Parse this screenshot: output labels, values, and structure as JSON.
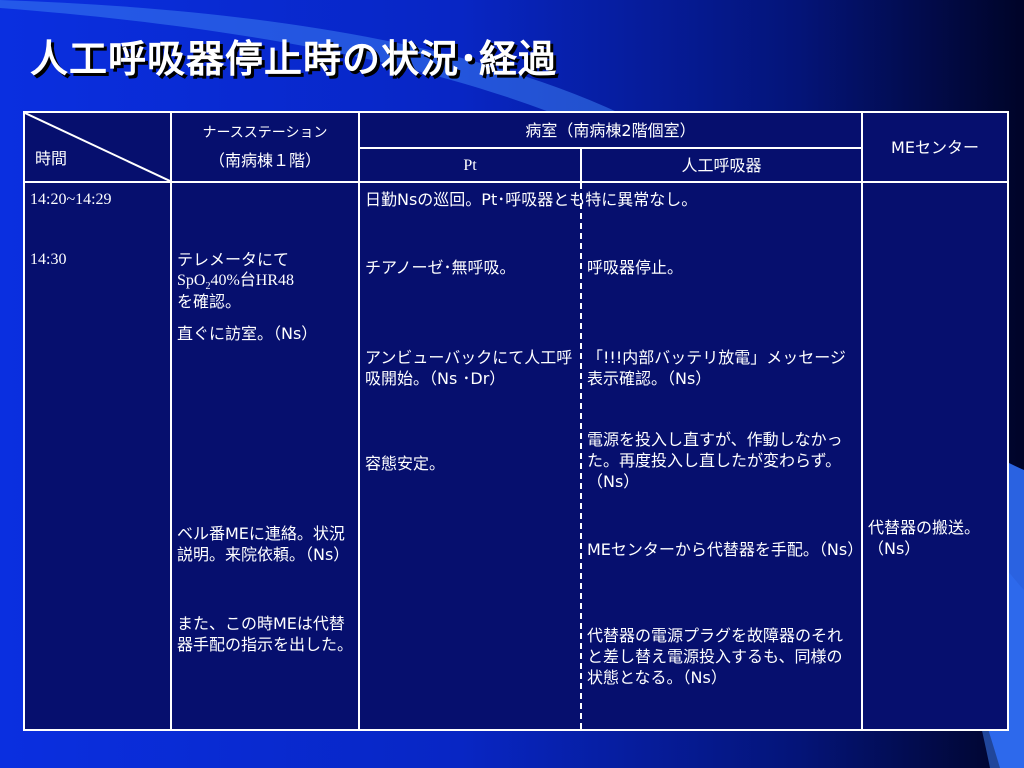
{
  "slide": {
    "title": "人工呼吸器停止時の状況･経過"
  },
  "table": {
    "header": {
      "time": "時間",
      "nurse_station_line1": "ナースステーション",
      "nurse_station_line2": "（南病棟１階）",
      "ward": "病室（南病棟2階個室）",
      "ward_pt": "Pt",
      "ward_ventilator": "人工呼吸器",
      "me_center": "MEセンター"
    },
    "times": [
      "14:20~14:29",
      "14:30"
    ],
    "nurse_station": {
      "e1_a": "テレメータにて",
      "e1_b1": "SpO",
      "e1_b2": "2",
      "e1_b3": "40%台HR48",
      "e1_c": "を確認。",
      "e2": "直ぐに訪室。（Ns）",
      "e3": "ベル番MEに連絡。状況説明。来院依頼。（Ns）",
      "e4": "また、この時MEは代替器手配の指示を出した。"
    },
    "round_text": "日勤Nsの巡回。Pt･呼吸器とも特に異常なし。",
    "pt": {
      "e1": "チアノーゼ･無呼吸。",
      "e2": "アンビューバックにて人工呼吸開始。（Ns ･Dr）",
      "e3": "容態安定。"
    },
    "ventilator": {
      "e1": "呼吸器停止。",
      "e2": "「!!!内部バッテリ放電」メッセージ表示確認。（Ns）",
      "e3": "電源を投入し直すが、作動しなかった。再度投入し直したが変わらず。（Ns）",
      "e4": "MEセンターから代替器を手配。（Ns）",
      "e5": "代替器の電源プラグを故障器のそれと差し替え電源投入するも、同様の状態となる。（Ns）"
    },
    "me_center": {
      "e1": "代替器の搬送。（Ns）"
    }
  }
}
